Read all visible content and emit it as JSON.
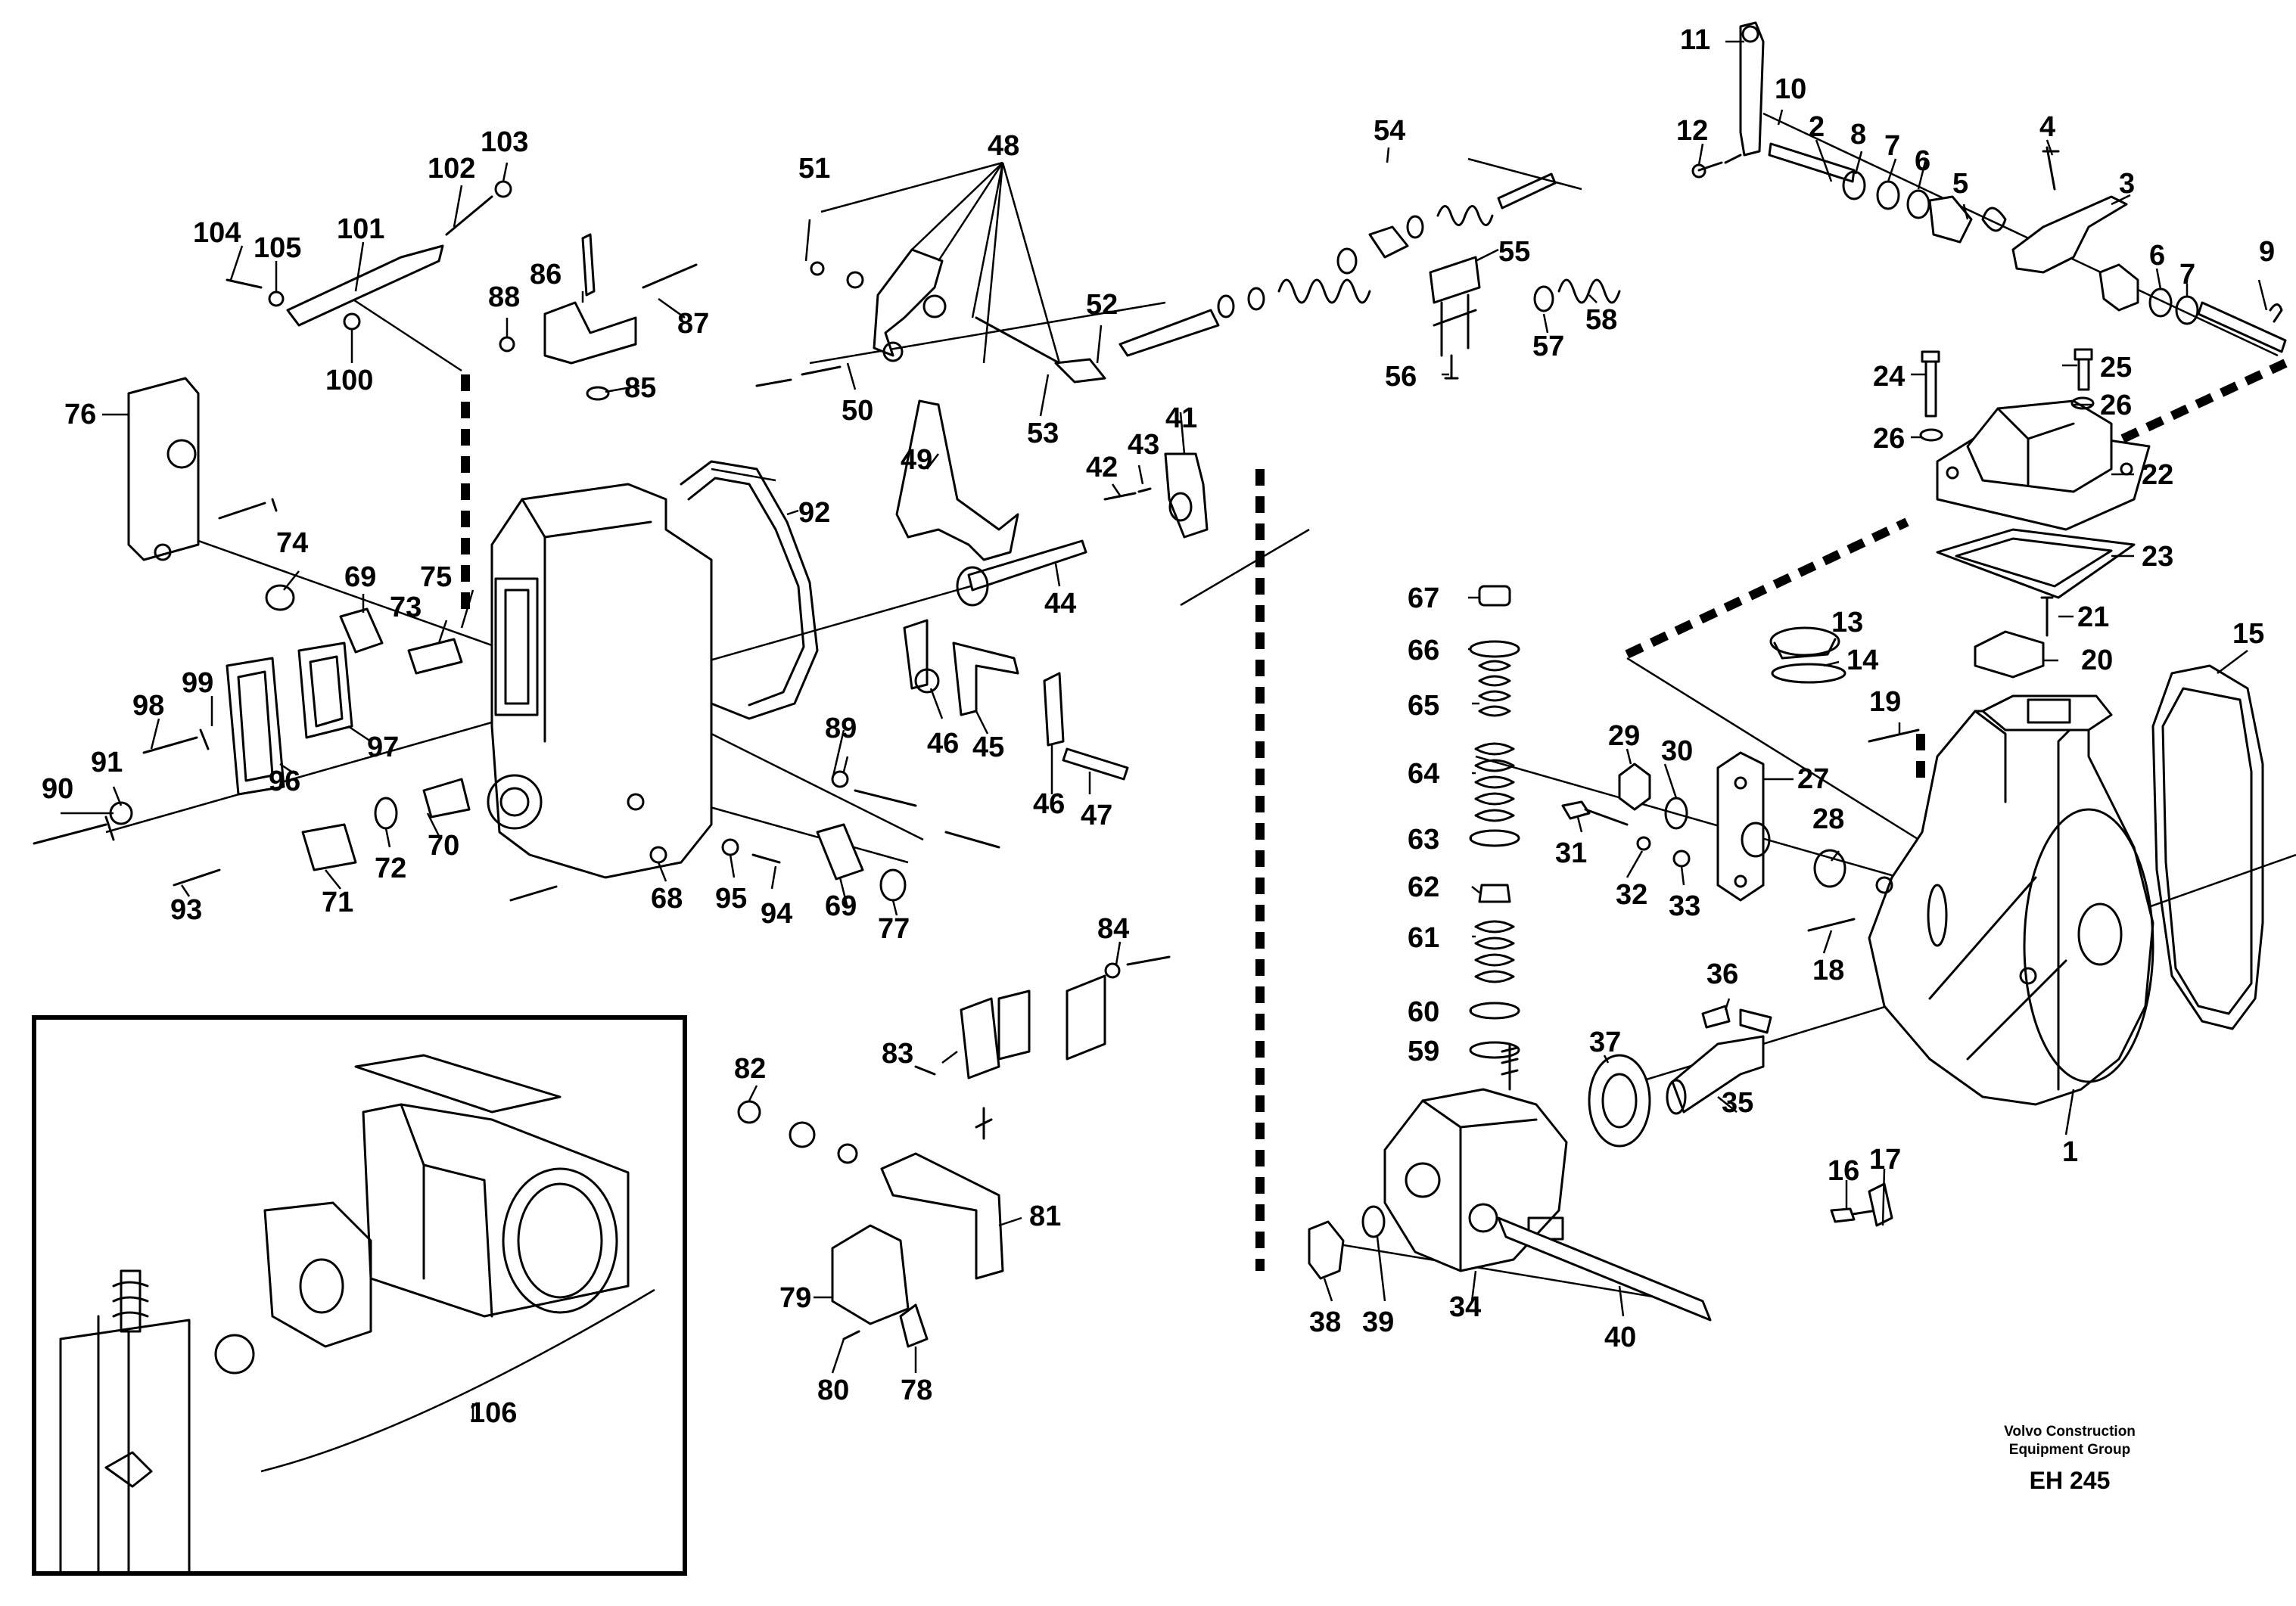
{
  "diagram": {
    "labels": [
      "1",
      "2",
      "3",
      "4",
      "5",
      "6",
      "7",
      "8",
      "9",
      "10",
      "11",
      "12",
      "13",
      "14",
      "15",
      "16",
      "17",
      "18",
      "19",
      "20",
      "21",
      "22",
      "23",
      "24",
      "25",
      "26",
      "27",
      "28",
      "29",
      "30",
      "31",
      "32",
      "33",
      "34",
      "35",
      "36",
      "37",
      "38",
      "39",
      "40",
      "41",
      "42",
      "43",
      "44",
      "45",
      "46",
      "47",
      "48",
      "49",
      "50",
      "51",
      "52",
      "53",
      "54",
      "55",
      "56",
      "57",
      "58",
      "59",
      "60",
      "61",
      "62",
      "63",
      "64",
      "65",
      "66",
      "67",
      "68",
      "69",
      "70",
      "71",
      "72",
      "73",
      "74",
      "75",
      "76",
      "77",
      "78",
      "79",
      "80",
      "81",
      "82",
      "83",
      "84",
      "85",
      "86",
      "87",
      "88",
      "89",
      "90",
      "91",
      "92",
      "93",
      "94",
      "95",
      "96",
      "97",
      "98",
      "99",
      "100",
      "101",
      "102",
      "103",
      "104",
      "105",
      "106"
    ],
    "inset_label": "106",
    "footer": {
      "company_line1": "Volvo Construction",
      "company_line2": "Equipment Group",
      "code": "EH 245"
    }
  }
}
